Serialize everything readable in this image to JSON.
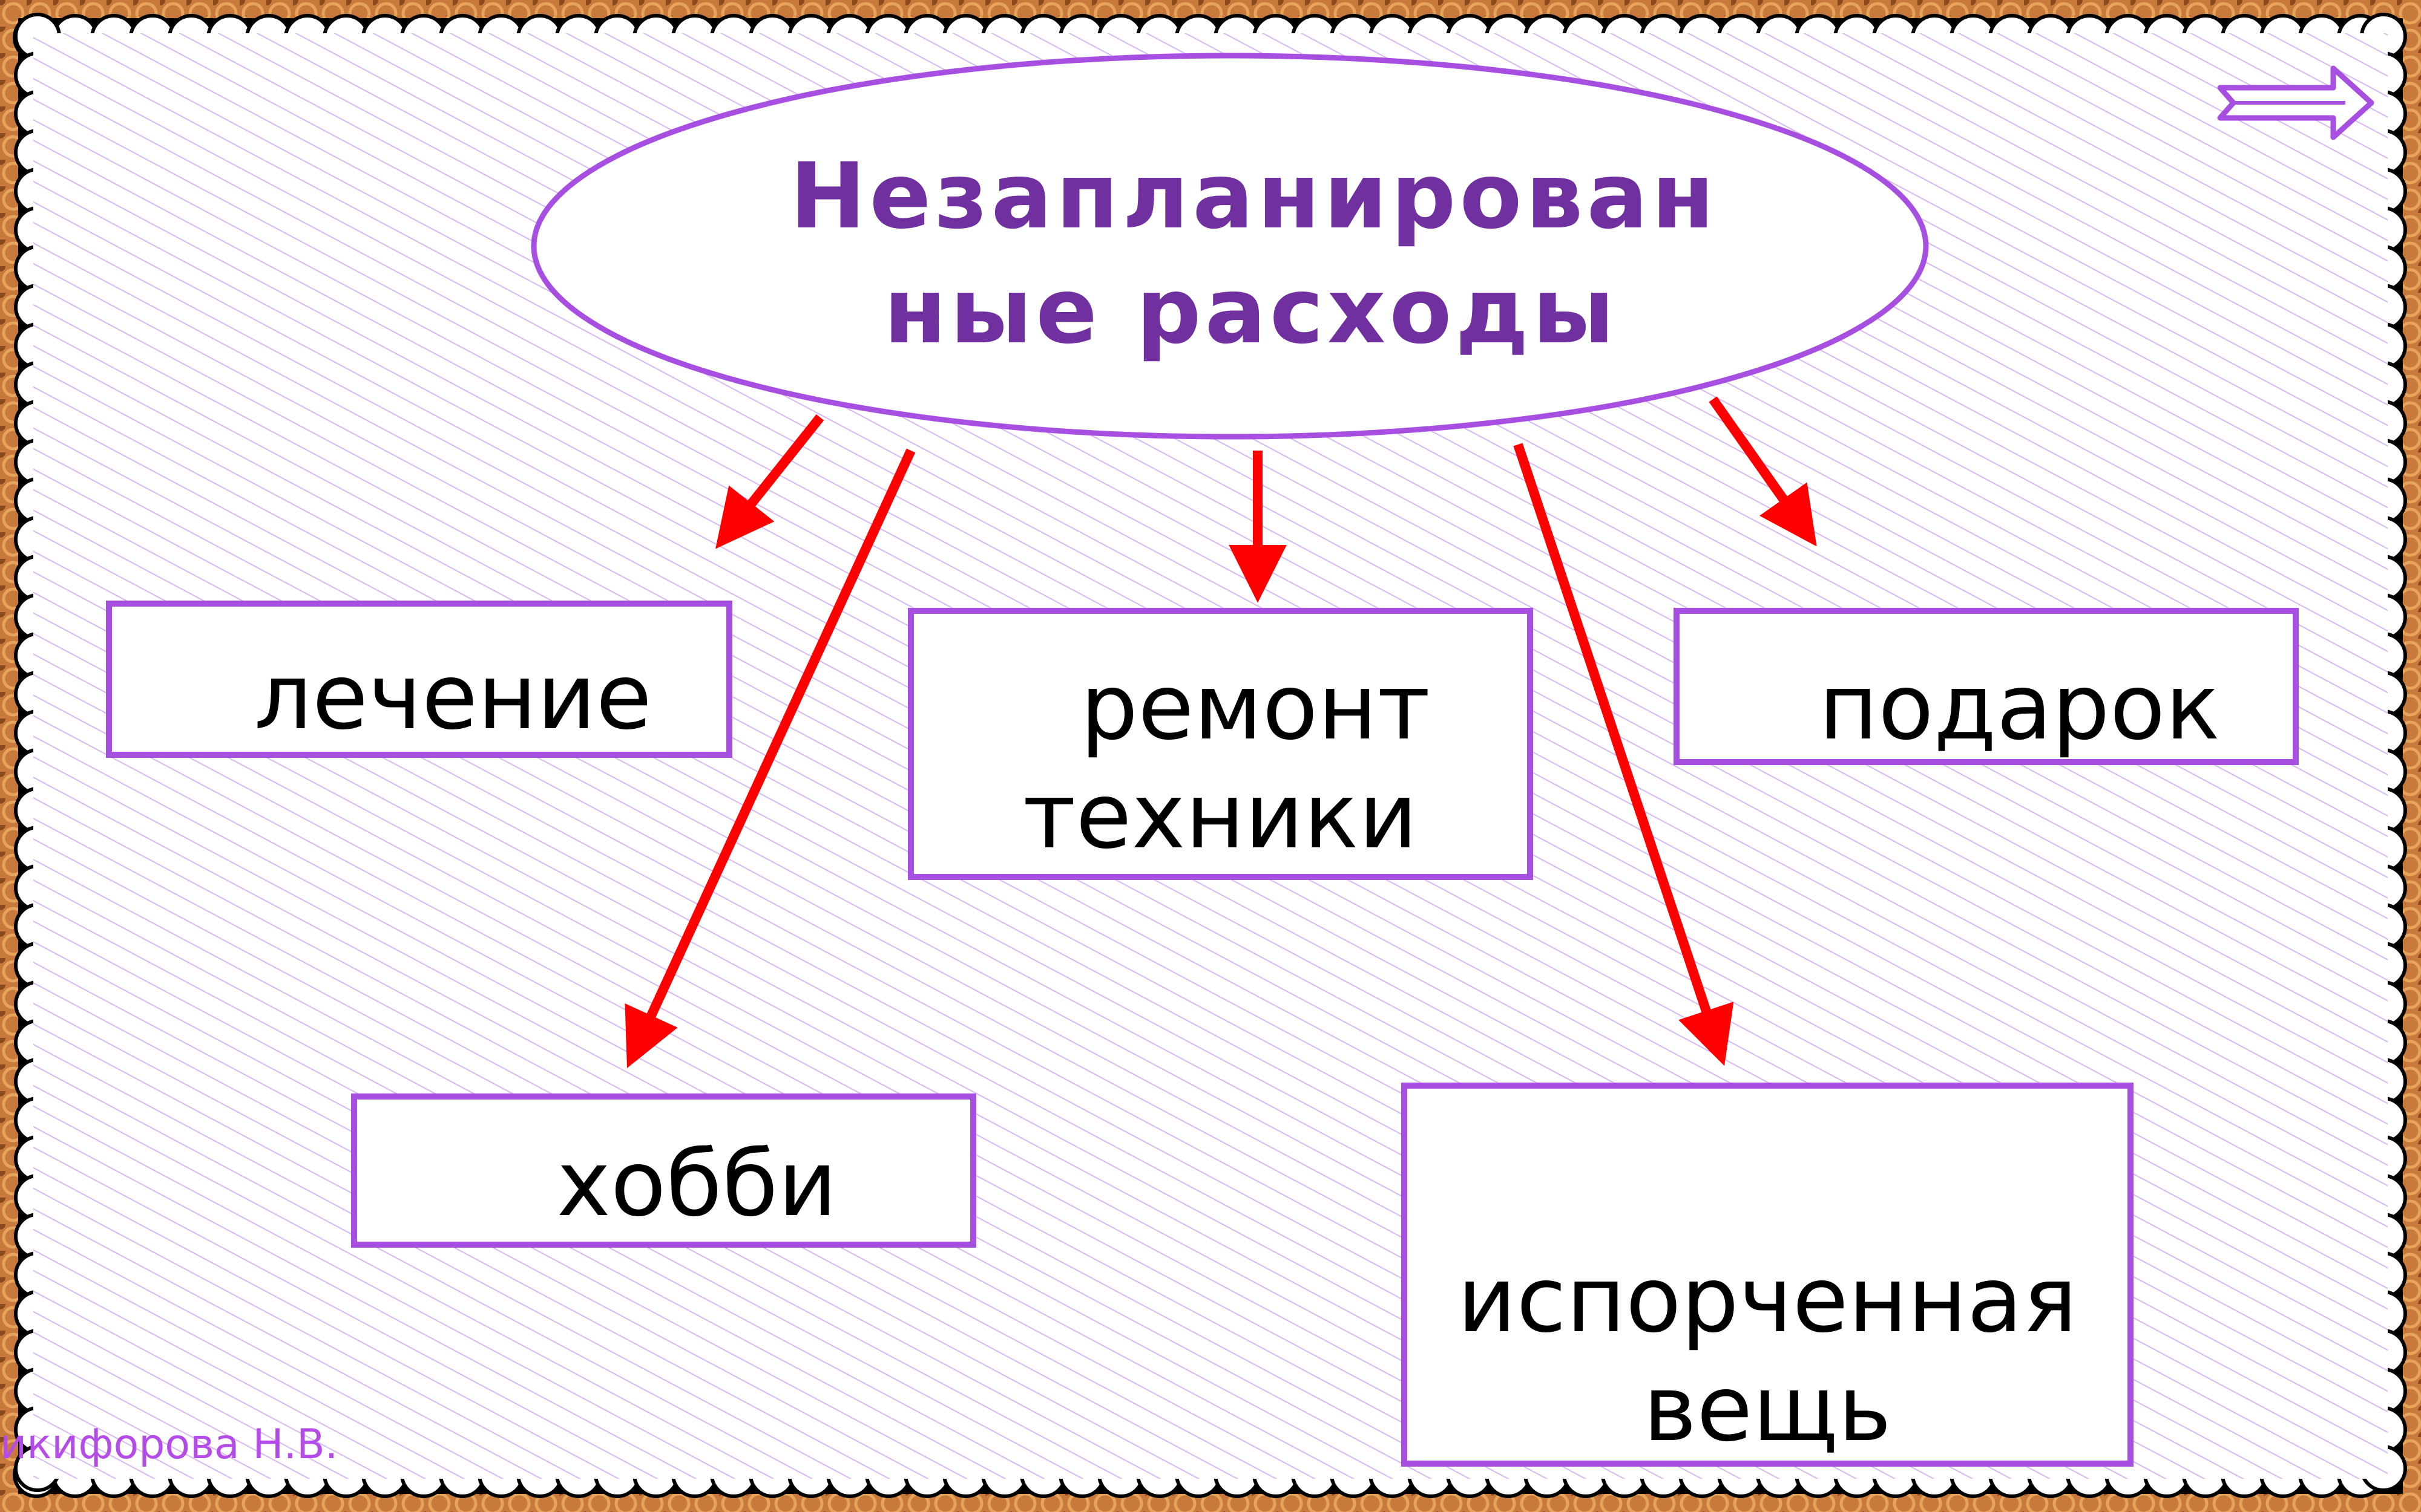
{
  "diagram": {
    "title_lines": [
      "Незапланирован",
      "ные расходы"
    ],
    "nodes": {
      "treatment": "лечение",
      "repair": [
        "ремонт",
        "техники"
      ],
      "gift": "подарок",
      "hobby": "хобби",
      "spoiled": [
        "испорченная",
        "вещь"
      ]
    },
    "author": "икифорова Н.В."
  },
  "colors": {
    "title": "#7030a0",
    "box_border": "#a64fe0",
    "arrow": "#ff0000",
    "author": "#b44ce8",
    "frame": "#c87a3c",
    "stripes": "#d9b8f0"
  },
  "icons": {
    "next": "arrow-right-icon"
  }
}
